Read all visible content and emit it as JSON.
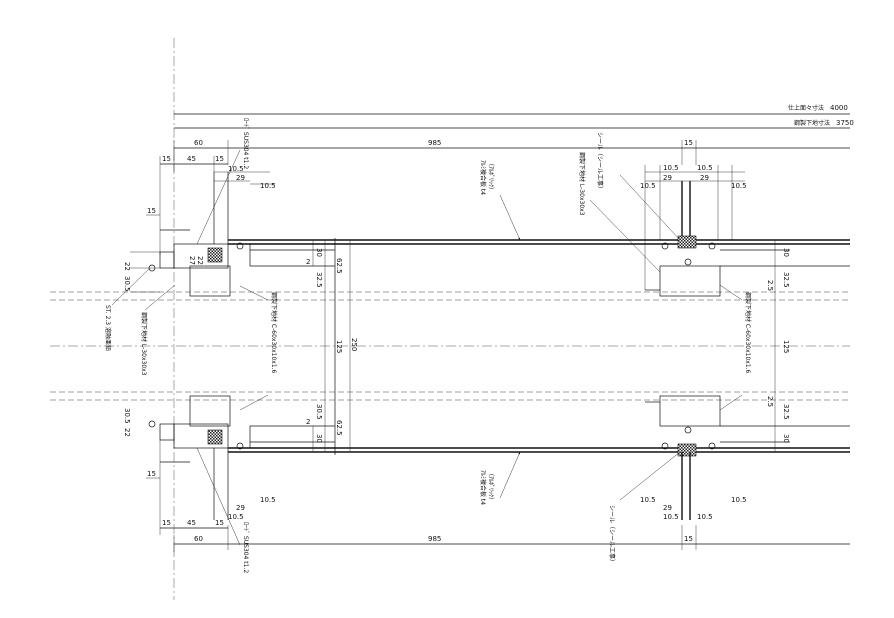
{
  "header": {
    "dim_4000": "4000",
    "dim_4000_label": "仕上面々寸法",
    "dim_3750": "3750",
    "dim_3750_label": "鋼製下地寸法"
  },
  "dims_top": {
    "d60": "60",
    "d985": "985",
    "d15_right": "15",
    "d15": "15",
    "d45": "45",
    "d15b": "15",
    "d10_5_a": "10.5",
    "d29_a": "29",
    "d10_5_b": "10.5",
    "d29_b": "29",
    "d10_5_c": "10.5",
    "d10_5_d": "10.5",
    "d10_5_e": "10.5",
    "d29_c": "29",
    "d10_5_f": "10.5",
    "d15_left": "15",
    "d22": "22",
    "d30_5": "30.5",
    "d27": "27",
    "d22b": "22"
  },
  "dims_bottom": {
    "d60": "60",
    "d985": "985",
    "d15_right": "15",
    "d15": "15",
    "d45": "45",
    "d15b": "15",
    "d29_a": "29",
    "d10_5_a": "10.5",
    "d10_5_b": "10.5",
    "d10_5_c": "10.5",
    "d29_b": "29",
    "d10_5_d": "10.5",
    "d10_5_e": "10.5",
    "d10_5_f": "10.5",
    "d15_left": "15",
    "d30_5": "30.5",
    "d22": "22"
  },
  "dims_center": {
    "d30_a": "30",
    "d62_5_a": "62.5",
    "d32_5_a": "32.5",
    "d2_a": "2",
    "d125": "125",
    "d250": "250",
    "d30_b": "30",
    "d62_5_b": "62.5",
    "d30_5_b": "30.5",
    "d2_b": "2",
    "d125_r": "125",
    "d30_r": "30",
    "d32_5_r": "32.5",
    "d2_5_r": "2.5",
    "d2_5_r2": "2.5",
    "d32_5_r2": "32.5",
    "d30_r2": "30"
  },
  "labels": {
    "sus_top": "ﾛｰﾄﾞ SUS304 t1.2",
    "sus_bottom": "ﾛｰﾄﾞ SUS304 t1.2",
    "alum_top": "ｱﾙﾐ複合板 t4",
    "alum_top2": "（ｱﾙﾎﾟﾘｯｸ）",
    "alum_bottom": "ｱﾙﾐ複合板 t4",
    "alum_bottom2": "（ｱﾙﾎﾟﾘｯｸ）",
    "frame_top": "鋼製下地材 L-30x30x3",
    "seal_top": "シール（シール工事）",
    "seal_bottom": "シール（シール工事）",
    "c_left": "鋼製下地材 C-60x30x10x1.6",
    "c_right": "鋼製下地材 C-60x30x10x1.6",
    "st_left": "ST. 2.3 溶融亜鉛",
    "frame_left": "鋼製下地材 L-30x30x3"
  }
}
